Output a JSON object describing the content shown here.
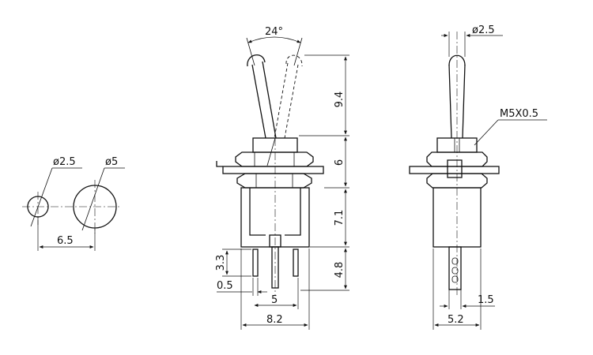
{
  "labels": {
    "hole_small_dia": "ø2.5",
    "hole_large_dia": "ø5",
    "hole_spacing": "6.5",
    "lever_angle": "24°",
    "lever_height": "9.4",
    "bushing_height": "6",
    "body_height": "7.1",
    "terminal_length": "4.8",
    "terminal_offset": "3.3",
    "terminal_width": "0.5",
    "terminal_pitch": "5",
    "body_width": "8.2",
    "lever_tip_dia": "ø2.5",
    "thread_spec": "M5X0.5",
    "terminal_thickness": "1.5",
    "side_width": "5.2"
  },
  "colors": {
    "line": "#111111",
    "background": "#ffffff"
  }
}
